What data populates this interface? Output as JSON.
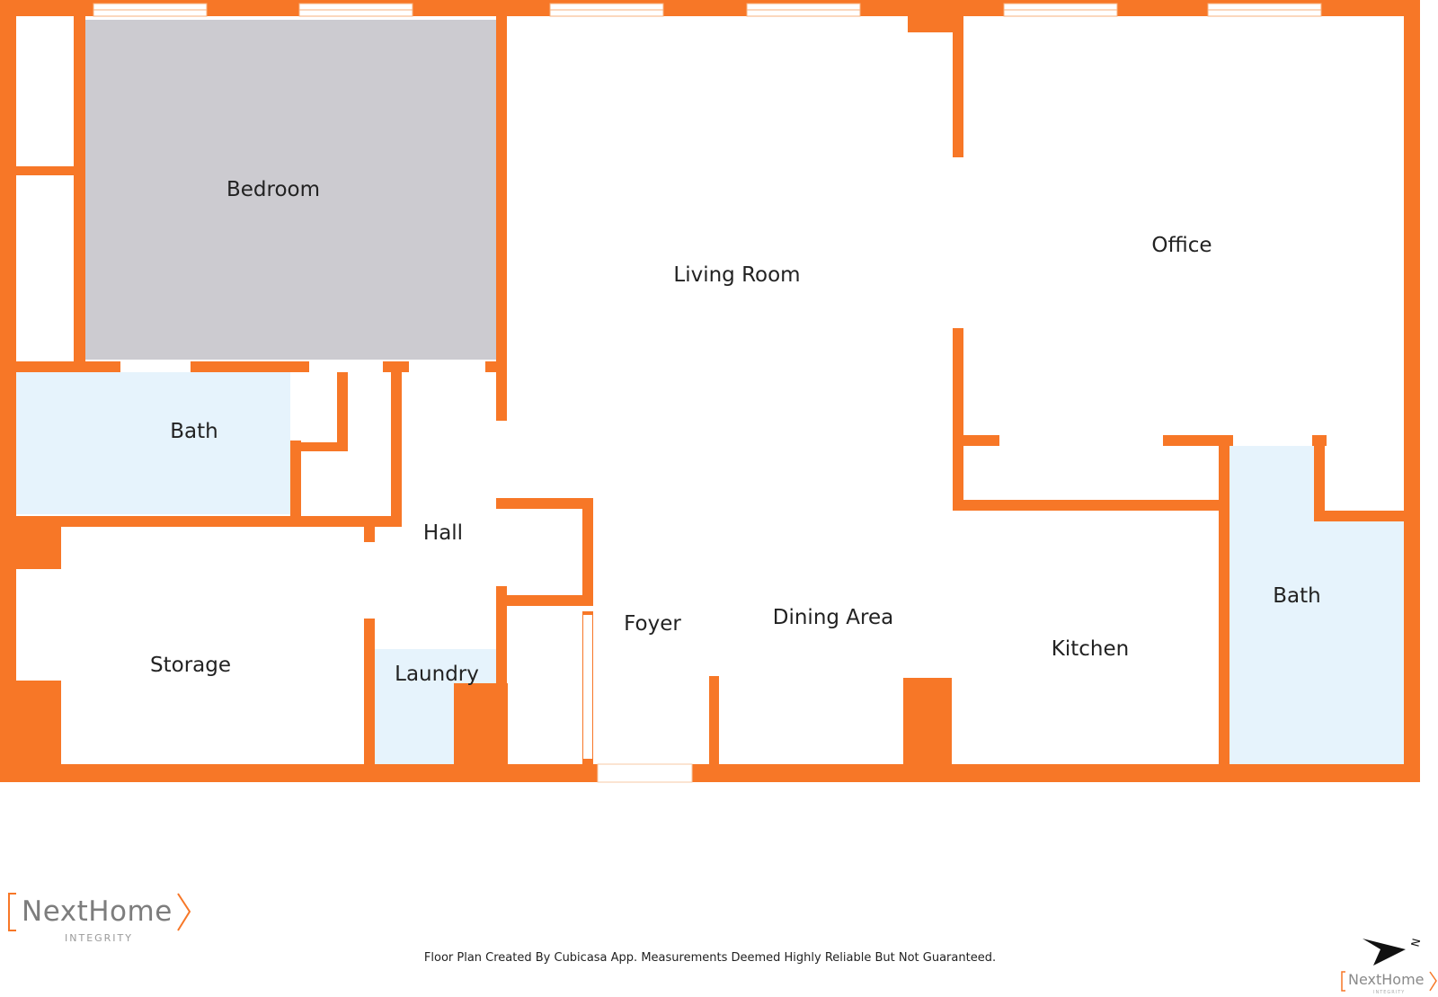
{
  "colors": {
    "wall": "#f77727",
    "bedroom_fill": "#cccbd0",
    "bath_fill": "#e6f3fc",
    "floor": "#ffffff"
  },
  "rooms": {
    "bedroom": "Bedroom",
    "living_room": "Living Room",
    "office": "Office",
    "bath_left": "Bath",
    "hall": "Hall",
    "foyer": "Foyer",
    "dining_area": "Dining Area",
    "kitchen": "Kitchen",
    "bath_right": "Bath",
    "storage": "Storage",
    "laundry": "Laundry"
  },
  "footer": {
    "disclaimer": "Floor Plan Created By Cubicasa App. Measurements Deemed Highly Reliable But Not Guaranteed."
  },
  "brand": {
    "name": "NextHome",
    "sub": "INTEGRITY"
  },
  "compass": {
    "label": "N",
    "icon": "north-arrow-icon"
  }
}
